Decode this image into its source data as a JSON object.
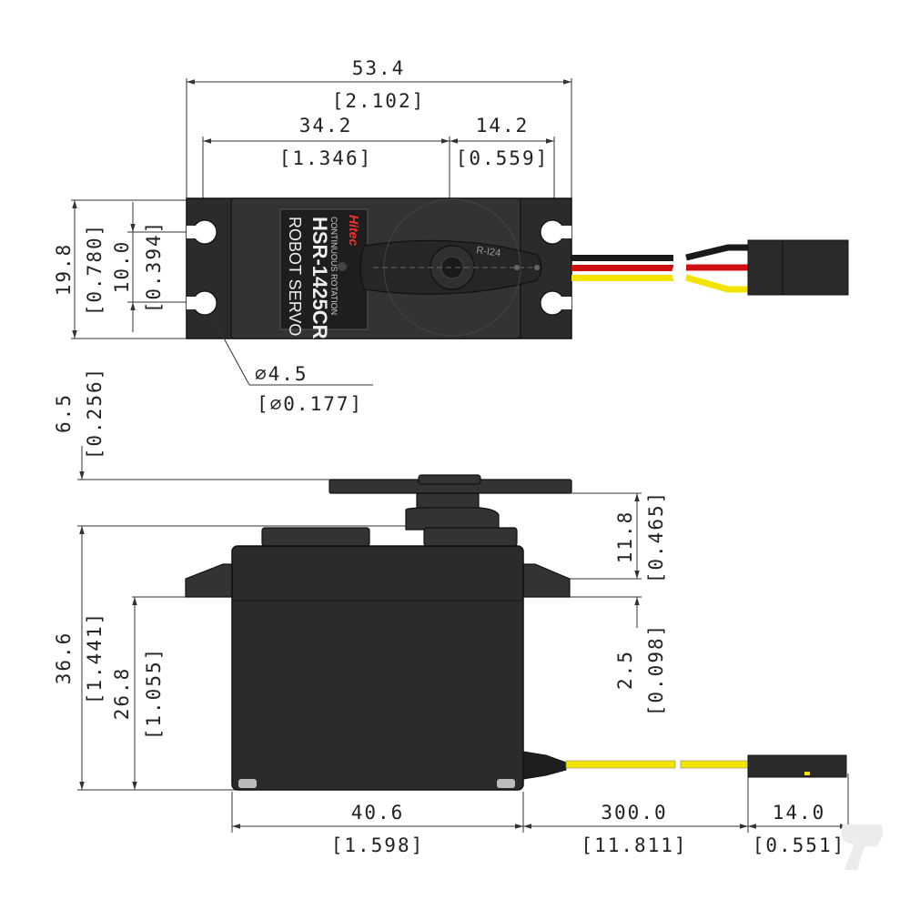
{
  "top_view": {
    "overall_width": {
      "mm": "53.4",
      "in": "[2.102]"
    },
    "hole_to_shaft": {
      "mm": "34.2",
      "in": "[1.346]"
    },
    "shaft_to_hole": {
      "mm": "14.2",
      "in": "[0.559]"
    },
    "overall_depth": {
      "mm": "19.8",
      "in": "[0.780]"
    },
    "hole_spacing": {
      "mm": "10.0",
      "in": "[0.394]"
    },
    "hole_diameter": {
      "mm": "⌀4.5",
      "in": "[⌀0.177]"
    },
    "label_line1": "ROBOT SERVO",
    "label_line2": "HSR-1425CR",
    "label_line3": "CONTINUOUS ROTATION",
    "brand": "Hitec",
    "horn_code": "R-I24"
  },
  "side_view": {
    "horn_height": {
      "mm": "6.5",
      "in": "[0.256]"
    },
    "top_to_flange": {
      "mm": "11.8",
      "in": "[0.465]"
    },
    "flange_thickness": {
      "mm": "2.5",
      "in": "[0.098]"
    },
    "overall_height": {
      "mm": "36.6",
      "in": "[1.441]"
    },
    "flange_height": {
      "mm": "26.8",
      "in": "[1.055]"
    },
    "body_length": {
      "mm": "40.6",
      "in": "[1.598]"
    },
    "wire_length": {
      "mm": "300.0",
      "in": "[11.811]"
    },
    "connector_length": {
      "mm": "14.0",
      "in": "[0.551]"
    }
  },
  "colors": {
    "wire_black": "#1a1a1a",
    "wire_red": "#d01010",
    "wire_yellow": "#f2e400",
    "body": "#2b2b2b"
  },
  "watermark_icon": "jp-logo-icon"
}
